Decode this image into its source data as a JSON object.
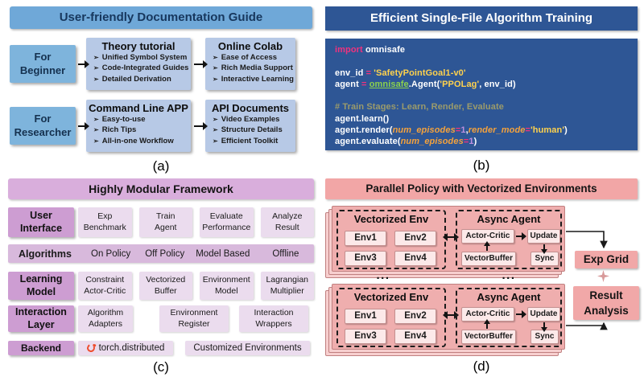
{
  "colors": {
    "panel_a_header": "#6FA8D8",
    "panel_a_audience": "#7EB4DC",
    "panel_a_card": "#B7C9E6",
    "panel_b_blue": "#2E5695",
    "code_keyword": "#F0327E",
    "code_string": "#FFD24D",
    "code_module_link": "#8CD24C",
    "code_comment": "#9B9B6B",
    "code_param": "#F5A23C",
    "code_number": "#BD8FE0",
    "panel_c_header": "#D9AEDC",
    "panel_c_label": "#CD9DD2",
    "panel_c_cell": "#EBDCEE",
    "panel_d_header": "#F2A6A6",
    "panel_d_group": "#EFAEAE",
    "panel_d_chip": "#FCE9E9",
    "torch_orange": "#EE4C2C"
  },
  "panel_a": {
    "title": "User-friendly Documentation Guide",
    "caption": "(a)",
    "bullet": "➢",
    "rows": [
      {
        "audience": "For\nBeginner",
        "cards": [
          {
            "title": "Theory tutorial",
            "items": [
              "Unified Symbol System",
              "Code-Integrated Guides",
              "Detailed Derivation"
            ]
          },
          {
            "title": "Online Colab",
            "items": [
              "Ease of Access",
              "Rich Media Support",
              "Interactive Learning"
            ]
          }
        ]
      },
      {
        "audience": "For\nResearcher",
        "cards": [
          {
            "title": "Command Line APP",
            "items": [
              "Easy-to-use",
              "Rich Tips",
              "All-in-one Workflow"
            ]
          },
          {
            "title": "API Documents",
            "items": [
              "Video Examples",
              "Structure Details",
              "Efficient Toolkit"
            ]
          }
        ]
      }
    ]
  },
  "panel_b": {
    "title": "Efficient Single-File Algorithm Training",
    "caption": "(b)",
    "code_lines": [
      [
        {
          "t": "import",
          "c": "kw"
        },
        {
          "t": " omnisafe",
          "c": "pl"
        }
      ],
      [],
      [
        {
          "t": "env_id ",
          "c": "pl"
        },
        {
          "t": "= ",
          "c": "op"
        },
        {
          "t": "'SafetyPointGoal1-v0'",
          "c": "str"
        }
      ],
      [
        {
          "t": "agent ",
          "c": "pl"
        },
        {
          "t": "= ",
          "c": "op"
        },
        {
          "t": "omnisafe",
          "c": "mod"
        },
        {
          "t": ".Agent(",
          "c": "pl"
        },
        {
          "t": "'PPOLag'",
          "c": "str"
        },
        {
          "t": ", env_id)",
          "c": "pl"
        }
      ],
      [],
      [
        {
          "t": "# Train Stages: Learn, Render, Evaluate",
          "c": "cm"
        }
      ],
      [
        {
          "t": "agent.learn()",
          "c": "pl"
        }
      ],
      [
        {
          "t": "agent.render(",
          "c": "pl"
        },
        {
          "t": "num_episodes",
          "c": "par"
        },
        {
          "t": "=",
          "c": "op"
        },
        {
          "t": "1",
          "c": "num"
        },
        {
          "t": ",",
          "c": "pl"
        },
        {
          "t": "render_mode",
          "c": "par"
        },
        {
          "t": "=",
          "c": "op"
        },
        {
          "t": "'human'",
          "c": "str"
        },
        {
          "t": ")",
          "c": "pl"
        }
      ],
      [
        {
          "t": "agent.evaluate(",
          "c": "pl"
        },
        {
          "t": "num_episodes",
          "c": "par"
        },
        {
          "t": "=",
          "c": "op"
        },
        {
          "t": "1",
          "c": "num"
        },
        {
          "t": ")",
          "c": "pl"
        }
      ]
    ]
  },
  "panel_c": {
    "title": "Highly Modular Framework",
    "caption": "(c)",
    "user_interface": {
      "label": "User\nInterface",
      "cells": [
        "Exp\nBenchmark",
        "Train\nAgent",
        "Evaluate\nPerformance",
        "Analyze\nResult"
      ]
    },
    "algorithms": {
      "label": "Algorithms",
      "cells": [
        "On Policy",
        "Off Policy",
        "Model Based",
        "Offline"
      ]
    },
    "learning_model": {
      "label": "Learning\nModel",
      "cells": [
        "Constraint\nActor-Critic",
        "Vectorized\nBuffer",
        "Environment\nModel",
        "Lagrangian\nMultiplier"
      ]
    },
    "interaction_layer": {
      "label": "Interaction\nLayer",
      "cells": [
        "Algorithm\nAdapters",
        "Environment\nRegister",
        "Interaction\nWrappers"
      ]
    },
    "backend": {
      "label": "Backend",
      "torch": "torch.distributed",
      "custom": "Customized Environments"
    }
  },
  "panel_d": {
    "title": "Parallel Policy with Vectorized Environments",
    "caption": "(d)",
    "dots": "...",
    "groups": [
      {
        "vec_title": "Vectorized Env",
        "envs": [
          "Env1",
          "Env2",
          "Env3",
          "Env4"
        ],
        "agent_title": "Async Agent",
        "actor": "Actor-Critic",
        "update": "Update",
        "buffer": "VectorBuffer",
        "sync": "Sync"
      },
      {
        "vec_title": "Vectorized Env",
        "envs": [
          "Env1",
          "Env2",
          "Env3",
          "Env4"
        ],
        "agent_title": "Async Agent",
        "actor": "Actor-Critic",
        "update": "Update",
        "buffer": "VectorBuffer",
        "sync": "Sync"
      }
    ],
    "exp_grid": "Exp Grid",
    "result_analysis": "Result\nAnalysis"
  }
}
